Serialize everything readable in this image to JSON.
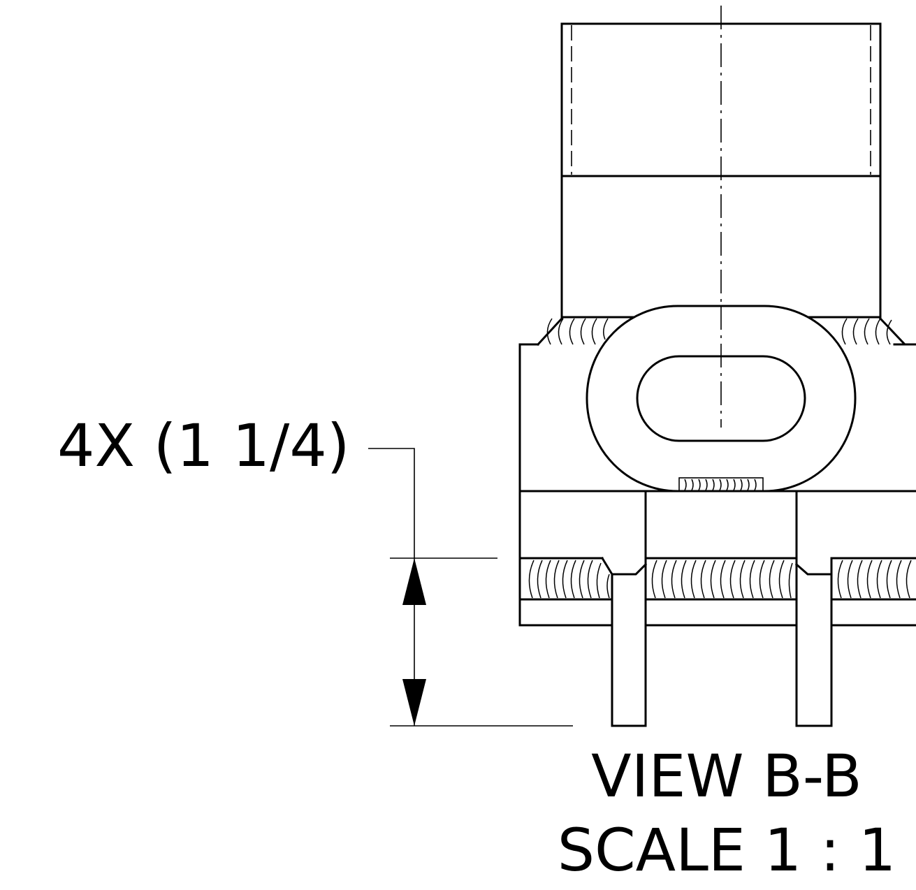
{
  "dimension": {
    "label": "4X (1 1/4)"
  },
  "view": {
    "title": "VIEW B-B",
    "scale": "SCALE 1 : 1"
  }
}
